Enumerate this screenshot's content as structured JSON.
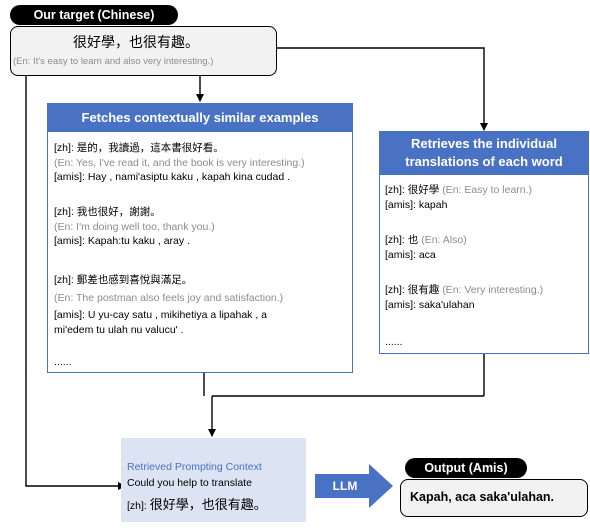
{
  "target": {
    "label": "Our target (Chinese)",
    "zh": "很好學，也很有趣。",
    "en": "(En: It's easy to learn and also very interesting.)"
  },
  "examples": {
    "title": "Fetches contextually similar examples",
    "items": [
      {
        "zh": "[zh]: 是的，我讀過，這本書很好看。",
        "en": "(En: Yes, I've read it, and the book is very interesting.)",
        "amis": [
          "[amis]: Hay , nami'asiptu kaku , kapah kina cudad ."
        ]
      },
      {
        "zh": "[zh]: 我也很好，謝謝。",
        "en": "(En: I'm doing well too, thank you.)",
        "amis": [
          "[amis]: Kapah:tu kaku , aray ."
        ]
      },
      {
        "zh": "[zh]: 郵差也感到喜悅與滿足。",
        "en": "(En: The postman also feels joy and satisfaction.)",
        "amis": [
          "[amis]: U yu-cay satu , mikihetiya a lipahak , a",
          "mi'edem tu ulah nu valucu' ."
        ]
      }
    ],
    "ellipsis": "......"
  },
  "word_translations": {
    "title_line1": "Retrieves the individual",
    "title_line2": "translations of each word",
    "items": [
      {
        "zh": "[zh]: 很好學",
        "en": "(En: Easy to learn.)",
        "amis": "[amis]: kapah"
      },
      {
        "zh": "[zh]: 也",
        "en": "(En: Also)",
        "amis": "[amis]: aca"
      },
      {
        "zh": "[zh]: 很有趣",
        "en": "(En: Very interesting.)",
        "amis": "[amis]: saka'ulahan"
      }
    ],
    "ellipsis": "......"
  },
  "prompt": {
    "title": "Retrieved Prompting Context",
    "line1": "Could you help to translate",
    "line2_prefix": "[zh]: ",
    "line2_zh": "很好學，也很有趣。"
  },
  "llm": {
    "label": "LLM"
  },
  "output": {
    "label": "Output (Amis)",
    "text": "Kapah, aca saka'ulahan."
  },
  "colors": {
    "header_blue": "#4a72c4",
    "box_border_blue": "#4a72c4",
    "prompt_fill": "#dce3f3",
    "prompt_title": "#4a72c4",
    "gray_text": "#8c8c8c",
    "llm_arrow": "#4a72c4"
  }
}
